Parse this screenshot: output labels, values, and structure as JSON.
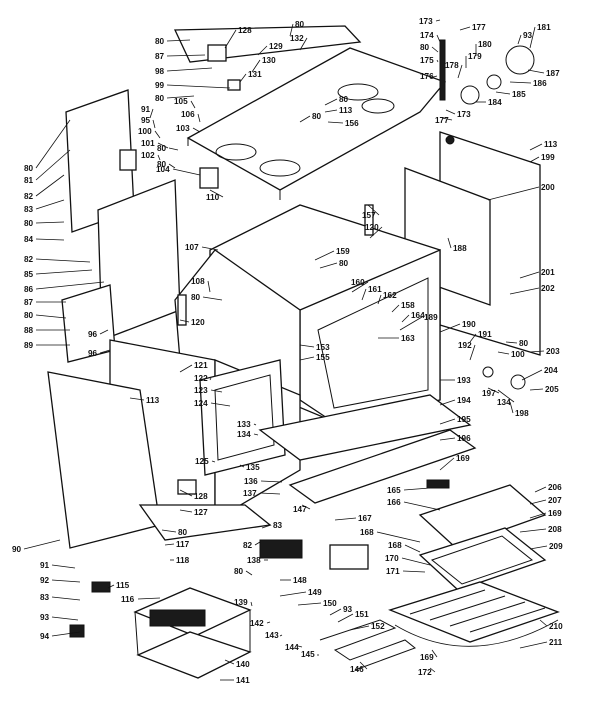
{
  "diagram": {
    "labels": [
      {
        "id": "l80a",
        "text": "80"
      },
      {
        "id": "l128",
        "text": "128"
      },
      {
        "id": "l80b",
        "text": "80"
      },
      {
        "id": "l87a",
        "text": "87"
      },
      {
        "id": "l129",
        "text": "129"
      },
      {
        "id": "l132",
        "text": "132"
      },
      {
        "id": "l98",
        "text": "98"
      },
      {
        "id": "l130",
        "text": "130"
      },
      {
        "id": "l99",
        "text": "99"
      },
      {
        "id": "l131",
        "text": "131"
      },
      {
        "id": "l80c",
        "text": "80"
      },
      {
        "id": "l105",
        "text": "105"
      },
      {
        "id": "l91a",
        "text": "91"
      },
      {
        "id": "l106",
        "text": "106"
      },
      {
        "id": "l95",
        "text": "95"
      },
      {
        "id": "l103",
        "text": "103"
      },
      {
        "id": "l100",
        "text": "100"
      },
      {
        "id": "l101",
        "text": "101"
      },
      {
        "id": "l80d",
        "text": "80"
      },
      {
        "id": "l102",
        "text": "102"
      },
      {
        "id": "l80e",
        "text": "80"
      },
      {
        "id": "l104",
        "text": "104"
      },
      {
        "id": "l80f",
        "text": "80"
      },
      {
        "id": "l81",
        "text": "81"
      },
      {
        "id": "l82a",
        "text": "82"
      },
      {
        "id": "l83a",
        "text": "83"
      },
      {
        "id": "l80g",
        "text": "80"
      },
      {
        "id": "l84",
        "text": "84"
      },
      {
        "id": "l82b",
        "text": "82"
      },
      {
        "id": "l85",
        "text": "85"
      },
      {
        "id": "l86",
        "text": "86"
      },
      {
        "id": "l87b",
        "text": "87"
      },
      {
        "id": "l80h",
        "text": "80"
      },
      {
        "id": "l88",
        "text": "88"
      },
      {
        "id": "l89",
        "text": "89"
      },
      {
        "id": "l96a",
        "text": "96"
      },
      {
        "id": "l96b",
        "text": "96"
      },
      {
        "id": "l110",
        "text": "110"
      },
      {
        "id": "l80i",
        "text": "80"
      },
      {
        "id": "l113a",
        "text": "113"
      },
      {
        "id": "l156",
        "text": "156"
      },
      {
        "id": "l80j",
        "text": "80"
      },
      {
        "id": "l173a",
        "text": "173"
      },
      {
        "id": "l177a",
        "text": "177"
      },
      {
        "id": "l174",
        "text": "174"
      },
      {
        "id": "l80k",
        "text": "80"
      },
      {
        "id": "l175",
        "text": "175"
      },
      {
        "id": "l176",
        "text": "176"
      },
      {
        "id": "l179",
        "text": "179"
      },
      {
        "id": "l180",
        "text": "180"
      },
      {
        "id": "l93a",
        "text": "93"
      },
      {
        "id": "l181",
        "text": "181"
      },
      {
        "id": "l178",
        "text": "178"
      },
      {
        "id": "l187",
        "text": "187"
      },
      {
        "id": "l186",
        "text": "186"
      },
      {
        "id": "l185",
        "text": "185"
      },
      {
        "id": "l184",
        "text": "184"
      },
      {
        "id": "l173b",
        "text": "173"
      },
      {
        "id": "l177b",
        "text": "177"
      },
      {
        "id": "l113b",
        "text": "113"
      },
      {
        "id": "l199",
        "text": "199"
      },
      {
        "id": "l200",
        "text": "200"
      },
      {
        "id": "l157",
        "text": "157"
      },
      {
        "id": "l120a",
        "text": "120"
      },
      {
        "id": "l188",
        "text": "188"
      },
      {
        "id": "l107",
        "text": "107"
      },
      {
        "id": "l159",
        "text": "159"
      },
      {
        "id": "l80l",
        "text": "80"
      },
      {
        "id": "l160",
        "text": "160"
      },
      {
        "id": "l161",
        "text": "161"
      },
      {
        "id": "l162",
        "text": "162"
      },
      {
        "id": "l158",
        "text": "158"
      },
      {
        "id": "l164",
        "text": "164"
      },
      {
        "id": "l163",
        "text": "163"
      },
      {
        "id": "l108",
        "text": "108"
      },
      {
        "id": "l80m",
        "text": "80"
      },
      {
        "id": "l120b",
        "text": "120"
      },
      {
        "id": "l201",
        "text": "201"
      },
      {
        "id": "l202",
        "text": "202"
      },
      {
        "id": "l189",
        "text": "189"
      },
      {
        "id": "l190",
        "text": "190"
      },
      {
        "id": "l191",
        "text": "191"
      },
      {
        "id": "l80n",
        "text": "80"
      },
      {
        "id": "l100b",
        "text": "100"
      },
      {
        "id": "l203",
        "text": "203"
      },
      {
        "id": "l192",
        "text": "192"
      },
      {
        "id": "l153",
        "text": "153"
      },
      {
        "id": "l155",
        "text": "155"
      },
      {
        "id": "l121",
        "text": "121"
      },
      {
        "id": "l122",
        "text": "122"
      },
      {
        "id": "l123",
        "text": "123"
      },
      {
        "id": "l124",
        "text": "124"
      },
      {
        "id": "l113c",
        "text": "113"
      },
      {
        "id": "l193",
        "text": "193"
      },
      {
        "id": "l204",
        "text": "204"
      },
      {
        "id": "l197",
        "text": "197"
      },
      {
        "id": "l134a",
        "text": "134"
      },
      {
        "id": "l205",
        "text": "205"
      },
      {
        "id": "l198",
        "text": "198"
      },
      {
        "id": "l194",
        "text": "194"
      },
      {
        "id": "l133",
        "text": "133"
      },
      {
        "id": "l134b",
        "text": "134"
      },
      {
        "id": "l195",
        "text": "195"
      },
      {
        "id": "l196",
        "text": "196"
      },
      {
        "id": "l125",
        "text": "125"
      },
      {
        "id": "l135",
        "text": "135"
      },
      {
        "id": "l136",
        "text": "136"
      },
      {
        "id": "l169a",
        "text": "169"
      },
      {
        "id": "l137",
        "text": "137"
      },
      {
        "id": "l128b",
        "text": "128"
      },
      {
        "id": "l165",
        "text": "165"
      },
      {
        "id": "l206",
        "text": "206"
      },
      {
        "id": "l147",
        "text": "147"
      },
      {
        "id": "l127",
        "text": "127"
      },
      {
        "id": "l166",
        "text": "166"
      },
      {
        "id": "l207",
        "text": "207"
      },
      {
        "id": "l83b",
        "text": "83"
      },
      {
        "id": "l167",
        "text": "167"
      },
      {
        "id": "l169b",
        "text": "169"
      },
      {
        "id": "l80o",
        "text": "80"
      },
      {
        "id": "l208",
        "text": "208"
      },
      {
        "id": "l117",
        "text": "117"
      },
      {
        "id": "l82c",
        "text": "82"
      },
      {
        "id": "l168",
        "text": "168"
      },
      {
        "id": "l168b",
        "text": "168"
      },
      {
        "id": "l209",
        "text": "209"
      },
      {
        "id": "l118",
        "text": "118"
      },
      {
        "id": "l138",
        "text": "138"
      },
      {
        "id": "l90",
        "text": "90"
      },
      {
        "id": "l170",
        "text": "170"
      },
      {
        "id": "l91b",
        "text": "91"
      },
      {
        "id": "l80p",
        "text": "80"
      },
      {
        "id": "l148",
        "text": "148"
      },
      {
        "id": "l171",
        "text": "171"
      },
      {
        "id": "l92",
        "text": "92"
      },
      {
        "id": "l149",
        "text": "149"
      },
      {
        "id": "l115",
        "text": "115"
      },
      {
        "id": "l83c",
        "text": "83"
      },
      {
        "id": "l150",
        "text": "150"
      },
      {
        "id": "l116",
        "text": "116"
      },
      {
        "id": "l139",
        "text": "139"
      },
      {
        "id": "l93b",
        "text": "93"
      },
      {
        "id": "l151",
        "text": "151"
      },
      {
        "id": "l152",
        "text": "152"
      },
      {
        "id": "l210",
        "text": "210"
      },
      {
        "id": "l93c",
        "text": "93"
      },
      {
        "id": "l142",
        "text": "142"
      },
      {
        "id": "l143",
        "text": "143"
      },
      {
        "id": "l144",
        "text": "144"
      },
      {
        "id": "l211",
        "text": "211"
      },
      {
        "id": "l94",
        "text": "94"
      },
      {
        "id": "l145",
        "text": "145"
      },
      {
        "id": "l169c",
        "text": "169"
      },
      {
        "id": "l140",
        "text": "140"
      },
      {
        "id": "l146",
        "text": "146"
      },
      {
        "id": "l172",
        "text": "172"
      },
      {
        "id": "l141",
        "text": "141"
      }
    ]
  }
}
